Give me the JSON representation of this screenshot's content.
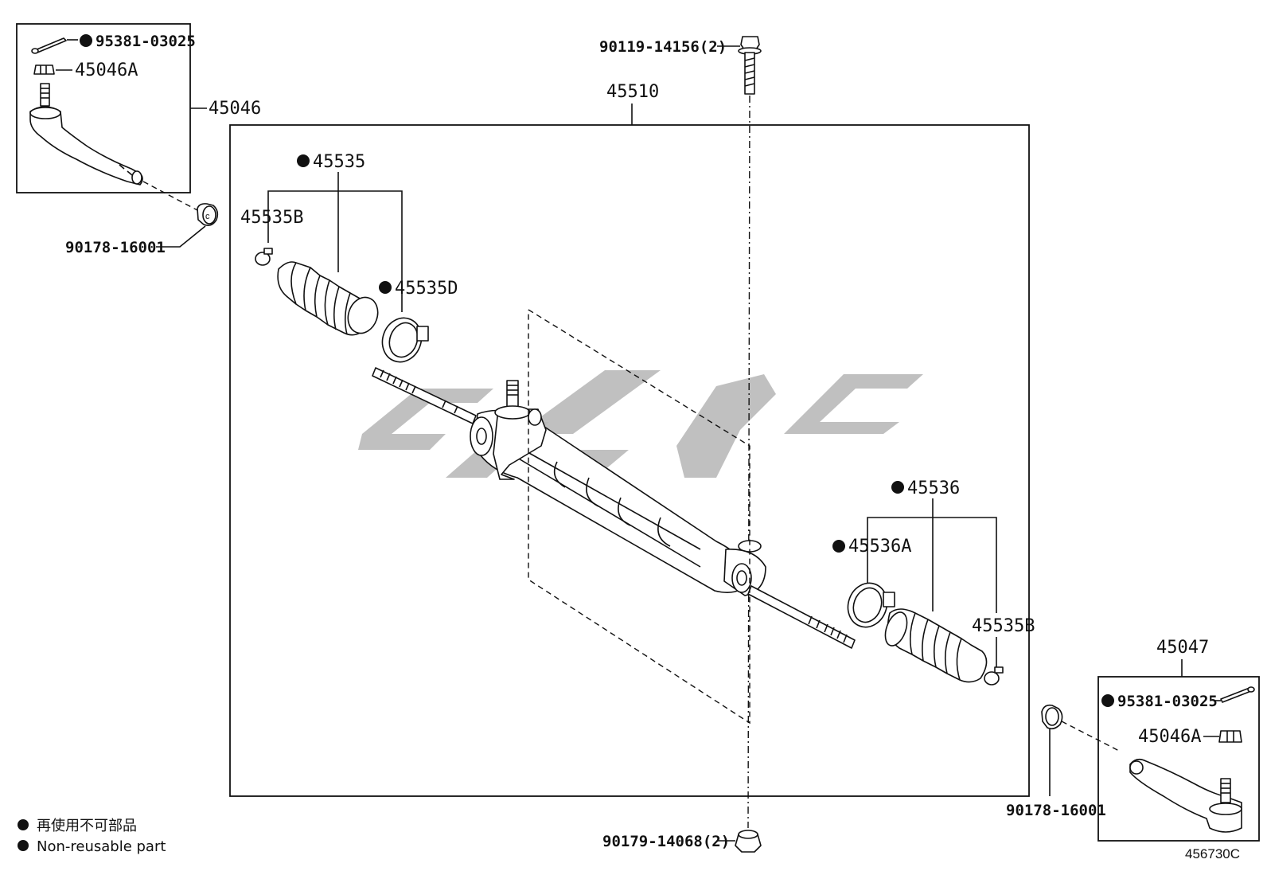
{
  "diagram": {
    "labels": {
      "cotter_pin_left": "95381-03025",
      "nut_left": "45046A",
      "tie_rod_end_left": "45046",
      "bolt_top": "90119-14156(2)",
      "rack_assembly": "45510",
      "boot_kit_left": "45535",
      "clamp_left_small": "45535B",
      "clamp_left_large": "45535D",
      "bushing_left": "90178-16001",
      "boot_kit_right": "45536",
      "clamp_right_large": "45536A",
      "clamp_right_small": "45535B",
      "tie_rod_end_right": "45047",
      "cotter_pin_right": "95381-03025",
      "nut_right": "45046A",
      "bushing_right": "90178-16001",
      "nut_bottom": "90179-14068(2)"
    },
    "legend": {
      "line_zh": "再使用不可部品",
      "line_en": "Non-reusable part"
    },
    "illustration_code": "456730C"
  },
  "colors": {
    "line": "#111111",
    "watermark": "#b9b9b9",
    "background": "#ffffff"
  }
}
